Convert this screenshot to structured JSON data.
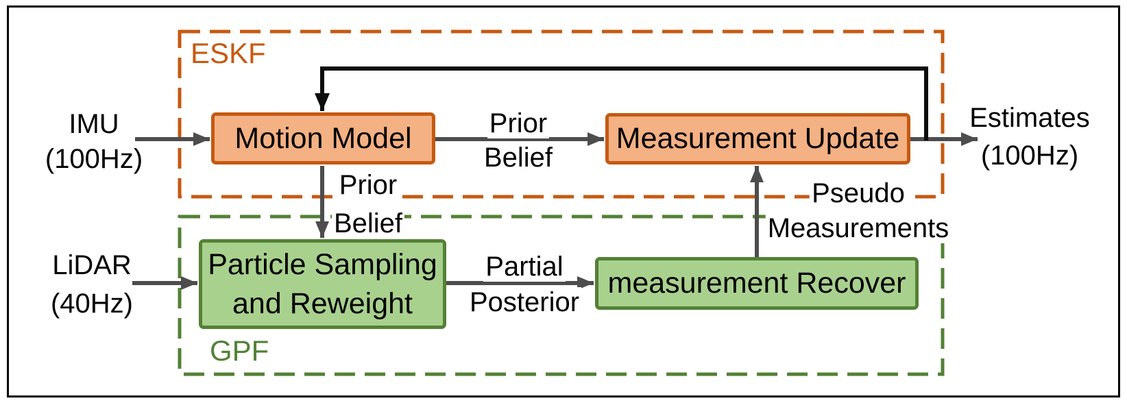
{
  "groups": {
    "eskf": "ESKF",
    "gpf": "GPF"
  },
  "nodes": {
    "motion_model": "Motion Model",
    "measurement_update": "Measurement Update",
    "particle_sampling_line1": "Particle Sampling",
    "particle_sampling_line2": "and Reweight",
    "measurement_recover": "measurement Recover"
  },
  "io": {
    "imu_line1": "IMU",
    "imu_line2": "(100Hz)",
    "lidar_line1": "LiDAR",
    "lidar_line2": "(40Hz)",
    "estimates_line1": "Estimates",
    "estimates_line2": "(100Hz)"
  },
  "edge_labels": {
    "prior_belief_h_line1": "Prior",
    "prior_belief_h_line2": "Belief",
    "prior_belief_v_line1": "Prior",
    "prior_belief_v_line2": "Belief",
    "partial_posterior_line1": "Partial",
    "partial_posterior_line2": "Posterior",
    "pseudo_line1": "Pseudo",
    "pseudo_line2": "Measurements"
  },
  "colors": {
    "orange_fill": "#F4B183",
    "orange_border": "#C55A11",
    "green_fill": "#A9D18E",
    "green_border": "#538135",
    "arrow_gray": "#4D4D4D",
    "arrow_black": "#0D0D0D",
    "outer_border": "#000000"
  }
}
